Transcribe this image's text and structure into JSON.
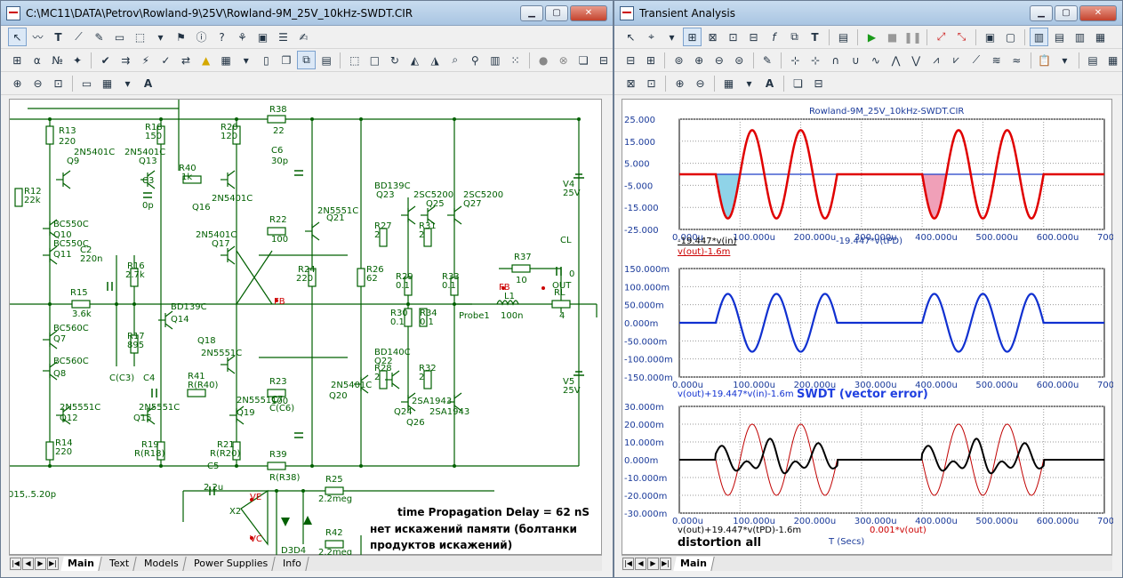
{
  "left_window": {
    "title": "C:\\MC11\\DATA\\Petrov\\Rowland-9\\25V\\Rowland-9M_25V_10kHz-SWDT.CIR",
    "tabs": [
      "Main",
      "Text",
      "Models",
      "Power Supplies",
      "Info"
    ],
    "active_tab": "Main",
    "schematic": {
      "components": [
        {
          "ref": "R13",
          "value": "220"
        },
        {
          "ref": "R18",
          "value": "150"
        },
        {
          "ref": "R20",
          "value": "120"
        },
        {
          "ref": "R38",
          "value": "22"
        },
        {
          "ref": "R40",
          "value": "1k"
        },
        {
          "ref": "R12",
          "value": "22k"
        },
        {
          "ref": "C3",
          "value": "0p"
        },
        {
          "ref": "C6",
          "value": "30p"
        },
        {
          "ref": "R22",
          "value": "100"
        },
        {
          "ref": "R16",
          "value": "2.7k"
        },
        {
          "ref": "C2",
          "value": "220n"
        },
        {
          "ref": "R15",
          "value": "3.6k"
        },
        {
          "ref": "R17",
          "value": "895"
        },
        {
          "ref": "R24",
          "value": "220"
        },
        {
          "ref": "R26",
          "value": "62"
        },
        {
          "ref": "R27",
          "value": "2"
        },
        {
          "ref": "R31",
          "value": "2"
        },
        {
          "ref": "R29",
          "value": "0.1"
        },
        {
          "ref": "R33",
          "value": "0.1"
        },
        {
          "ref": "R30",
          "value": "0.1"
        },
        {
          "ref": "R34",
          "value": "0.1"
        },
        {
          "ref": "R37",
          "value": "10"
        },
        {
          "ref": "L1",
          "value": "100n"
        },
        {
          "ref": "RL",
          "value": "4"
        },
        {
          "ref": "CL",
          "value": "0"
        },
        {
          "ref": "R23",
          "value": "100"
        },
        {
          "ref": "R41",
          "value": "R(R40)"
        },
        {
          "ref": "R19",
          "value": "R(R18)"
        },
        {
          "ref": "R21",
          "value": "R(R20)"
        },
        {
          "ref": "R14",
          "value": "220"
        },
        {
          "ref": "R39",
          "value": "R(R38)"
        },
        {
          "ref": "R28",
          "value": "2"
        },
        {
          "ref": "R32",
          "value": "2"
        },
        {
          "ref": "C7",
          "value": "C(C6)"
        },
        {
          "ref": "C5",
          "value": "2.2u"
        },
        {
          "ref": "R25",
          "value": "2.2meg"
        },
        {
          "ref": "R42",
          "value": "2.2meg"
        }
      ],
      "transistors": [
        {
          "ref": "Q9",
          "model": "2N5401C"
        },
        {
          "ref": "Q13",
          "model": "2N5401C"
        },
        {
          "ref": "Q16",
          "model": "2N5401C"
        },
        {
          "ref": "Q10",
          "model": "BC550C"
        },
        {
          "ref": "Q11",
          "model": "BC550C"
        },
        {
          "ref": "Q17",
          "model": "2N5401C"
        },
        {
          "ref": "Q21",
          "model": "2N5551C"
        },
        {
          "ref": "Q23",
          "model": "BD139C"
        },
        {
          "ref": "Q25",
          "model": "2SC5200"
        },
        {
          "ref": "Q27",
          "model": "2SC5200"
        },
        {
          "ref": "Q14",
          "model": "BD139C"
        },
        {
          "ref": "Q7",
          "model": "BC560C"
        },
        {
          "ref": "Q8",
          "model": "BC560C"
        },
        {
          "ref": "Q18",
          "model": "2N5551C"
        },
        {
          "ref": "Q20",
          "model": "2N5401C"
        },
        {
          "ref": "Q22",
          "model": "BD140C"
        },
        {
          "ref": "Q24",
          "model": "2SA1943"
        },
        {
          "ref": "Q26",
          "model": "2SA1943"
        },
        {
          "ref": "Q12",
          "model": "2N5551C"
        },
        {
          "ref": "Q15",
          "model": "2N5551C"
        },
        {
          "ref": "Q19",
          "model": "2N5551C"
        }
      ],
      "supplies": [
        {
          "ref": "V4",
          "value": "25V"
        },
        {
          "ref": "V5",
          "value": "25V"
        }
      ],
      "misc_labels": {
        "fb1": "FB",
        "fb2": "FB",
        "out": "OUT",
        "probe": "Probe1",
        "x2": "X2",
        "ve": "VE",
        "vc": "VC",
        "d3d4": "D3D4",
        "c_c3": "C(C3)",
        "c4": "C4",
        "c2": "C2",
        "c7": "C7",
        "c5": "C5",
        "left_cut": "015,.5.20p",
        "l1": "L1",
        "rl": "RL",
        "cl": "CL",
        "v4": "V4",
        "v5": "V5"
      },
      "notes": {
        "line1": "time Propagation Delay = 62 nS",
        "line2": "нет искажений памяти (болтанки",
        "line3": "продуктов искажений)"
      }
    }
  },
  "right_window": {
    "title": "Transient Analysis",
    "tabs": [
      "Main"
    ],
    "plot_header": "Rowland-9M_25V_10kHz-SWDT.CIR",
    "x_label": "T (Secs)",
    "x_ticks": [
      "0.000u",
      "100.000u",
      "200.000u",
      "300.000u",
      "400.000u",
      "500.000u",
      "600.000u",
      "700.000u"
    ],
    "panel1": {
      "y_ticks": [
        "25.000",
        "15.000",
        "5.000",
        "-5.000",
        "-15.000",
        "-25.000"
      ],
      "expr1": "-19.447*v(in)",
      "expr2": "-19.447*v(tPD)",
      "expr3": "v(out)-1.6m"
    },
    "panel2": {
      "y_ticks": [
        "150.000m",
        "100.000m",
        "50.000m",
        "0.000m",
        "-50.000m",
        "-100.000m",
        "-150.000m"
      ],
      "expr1": "v(out)+19.447*v(in)-1.6m",
      "annotation": "SWDT (vector error)"
    },
    "panel3": {
      "y_ticks": [
        "30.000m",
        "20.000m",
        "10.000m",
        "0.000m",
        "-10.000m",
        "-20.000m",
        "-30.000m"
      ],
      "expr1": "v(out)+19.447*v(tPD)-1.6m",
      "expr2": "0.001*v(out)",
      "annotation": "distortion all"
    }
  },
  "chart_data": [
    {
      "type": "line",
      "title": "Rowland-9M_25V_10kHz-SWDT.CIR",
      "xlabel": "",
      "ylabel": "",
      "xlim": [
        0,
        700
      ],
      "ylim": [
        -25,
        25
      ],
      "x_unit": "u",
      "series": [
        {
          "name": "-19.447*v(in)",
          "color": "#1f3fc8",
          "description": "flat at 0 before/after bursts"
        },
        {
          "name": "v(out)-1.6m",
          "color": "#e00000",
          "bursts": [
            {
              "start": 60,
              "end": 260,
              "amplitude": 20,
              "period": 80
            },
            {
              "start": 400,
              "end": 600,
              "amplitude": 20,
              "period": 80
            }
          ]
        }
      ],
      "shaded": [
        {
          "color": "#8fd3e8",
          "x": [
            60,
            100
          ]
        },
        {
          "color": "#f0a0b8",
          "x": [
            400,
            440
          ]
        }
      ]
    },
    {
      "type": "line",
      "xlim": [
        0,
        700
      ],
      "ylim": [
        -150,
        150
      ],
      "series": [
        {
          "name": "v(out)+19.447*v(in)-1.6m",
          "color": "#1030d0",
          "bursts": [
            {
              "start": 60,
              "end": 260,
              "amplitude": 80,
              "period": 80
            },
            {
              "start": 400,
              "end": 600,
              "amplitude": 80,
              "period": 80
            }
          ]
        }
      ]
    },
    {
      "type": "line",
      "xlim": [
        0,
        700
      ],
      "ylim": [
        -30,
        30
      ],
      "series": [
        {
          "name": "0.001*v(out)",
          "color": "#c00000",
          "bursts": [
            {
              "start": 60,
              "end": 260,
              "amplitude": 20,
              "period": 80
            },
            {
              "start": 400,
              "end": 600,
              "amplitude": 20,
              "period": 80
            }
          ]
        },
        {
          "name": "v(out)+19.447*v(tPD)-1.6m",
          "color": "#000000",
          "bursts": [
            {
              "start": 60,
              "end": 260,
              "amplitude": 12,
              "period": 80
            },
            {
              "start": 400,
              "end": 600,
              "amplitude": 12,
              "period": 80
            }
          ]
        }
      ]
    }
  ]
}
